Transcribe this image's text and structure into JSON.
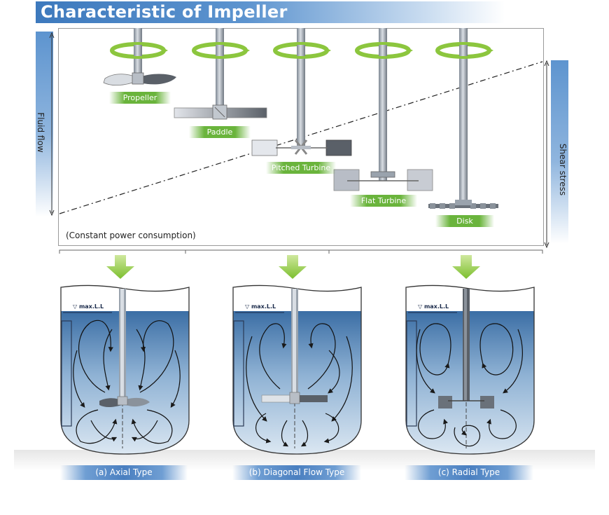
{
  "title": "Characteristic of Impeller",
  "left_axis_label": "Fluid flow",
  "right_axis_label": "Shear stress",
  "impellers": [
    {
      "label": "Propeller",
      "icon": "propeller-icon"
    },
    {
      "label": "Paddle",
      "icon": "paddle-icon"
    },
    {
      "label": "Pitched Turbine",
      "icon": "pitched-turbine-icon"
    },
    {
      "label": "Flat Turbine",
      "icon": "flat-turbine-icon"
    },
    {
      "label": "Disk",
      "icon": "disk-icon"
    }
  ],
  "note": "(Constant power consumption)",
  "max_level_label": "max.L.L",
  "flow_types": [
    {
      "label": "(a) Axial Type"
    },
    {
      "label": "(b) Diagonal Flow Type"
    },
    {
      "label": "(c) Radial Type"
    }
  ],
  "colors": {
    "title_blue": "#3d79bd",
    "tag_green": "#6ab43c",
    "rotation_arrow_green": "#8cc63e",
    "liquid_blue": "#3b6ea5",
    "shaft_gray": "#9aa3ad"
  }
}
